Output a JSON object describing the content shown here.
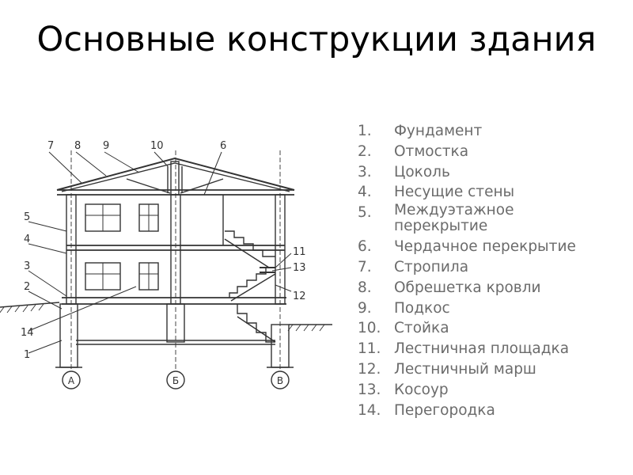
{
  "slide": {
    "title": "Основные конструкции здания"
  },
  "diagram": {
    "callouts": [
      "1",
      "2",
      "3",
      "4",
      "5",
      "6",
      "7",
      "8",
      "9",
      "10",
      "11",
      "12",
      "13",
      "14"
    ],
    "axes": [
      "А",
      "Б",
      "В"
    ]
  },
  "legend": {
    "items": [
      {
        "num": "1.",
        "text": "Фундамент"
      },
      {
        "num": "2.",
        "text": "Отмостка"
      },
      {
        "num": "3.",
        "text": "Цоколь"
      },
      {
        "num": "4.",
        "text": "Несущие стены"
      },
      {
        "num": "5.",
        "text": "Междуэтажное перекрытие"
      },
      {
        "num": "6.",
        "text": "Чердачное перекрытие"
      },
      {
        "num": "7.",
        "text": "Стропила"
      },
      {
        "num": "8.",
        "text": "Обрешетка кровли"
      },
      {
        "num": "9.",
        "text": "Подкос"
      },
      {
        "num": "10.",
        "text": "Стойка"
      },
      {
        "num": "11.",
        "text": "Лестничная площадка"
      },
      {
        "num": "12.",
        "text": "Лестничный марш"
      },
      {
        "num": "13.",
        "text": "Косоур"
      },
      {
        "num": "14.",
        "text": "Перегородка"
      }
    ]
  }
}
